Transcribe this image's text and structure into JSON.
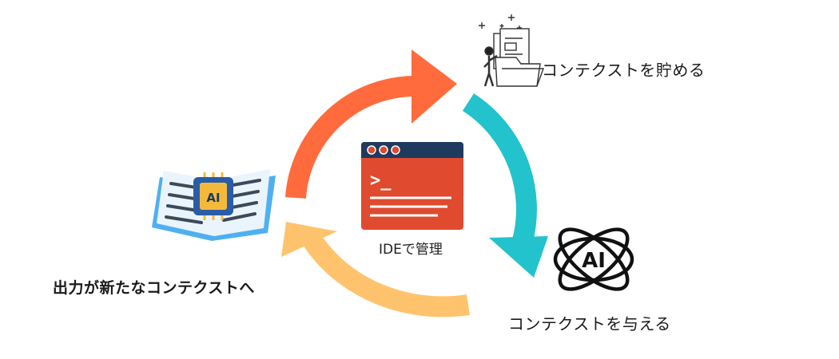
{
  "diagram": {
    "center": {
      "label": "IDEで管理",
      "prompt_symbol": ">_"
    },
    "steps": [
      {
        "label": "コンテクストを貯める"
      },
      {
        "label": "コンテクストを与える"
      },
      {
        "label": "出力が新たなコンテクストへ"
      }
    ],
    "ai_badge_text": "AI",
    "colors": {
      "arrow_store": "#FF6B3D",
      "arrow_give": "#22C3CC",
      "arrow_output": "#FFC36E",
      "ide_titlebar": "#1E3A5F",
      "ide_body": "#E04A2E",
      "book_blue": "#4FB0F0"
    },
    "icons": [
      "storage-folder-person-icon",
      "ai-atom-icon",
      "ai-book-chip-icon",
      "ide-window-icon"
    ]
  }
}
